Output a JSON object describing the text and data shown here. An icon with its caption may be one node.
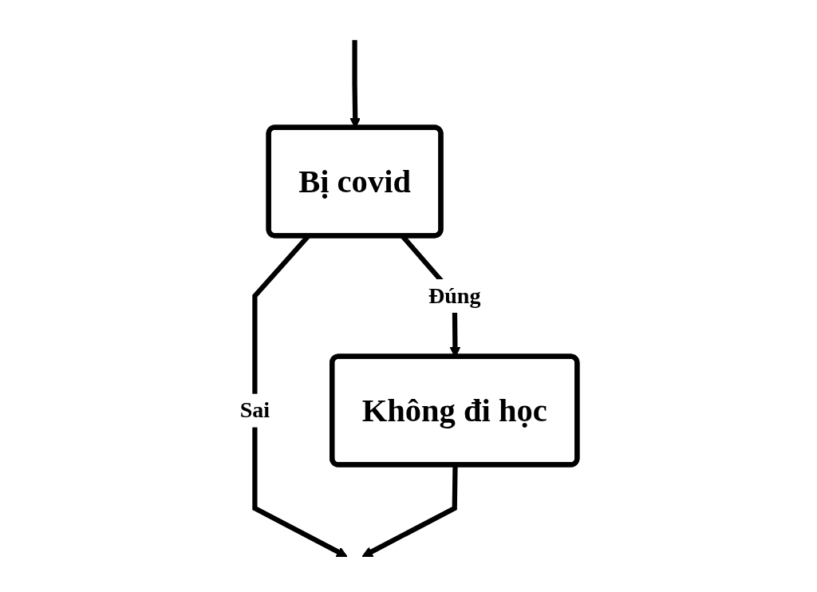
{
  "diagram": {
    "nodes": [
      {
        "text": [
          "Bị covid"
        ]
      },
      {
        "text": [
          "Không đi học"
        ]
      }
    ],
    "edges": [
      {
        "from": null,
        "to": 0,
        "arrow": "to"
      },
      {
        "from": 0,
        "to": 1,
        "label": "Đúng",
        "arrow": "to"
      },
      {
        "from": 0,
        "to": null,
        "label": "Sai",
        "arrow": "to"
      },
      {
        "from": 1,
        "to": null,
        "arrow": "to"
      }
    ]
  }
}
